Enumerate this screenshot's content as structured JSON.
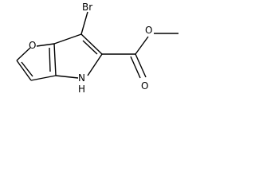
{
  "molecule": {
    "atoms": {
      "bromine": "Br",
      "furan_oxygen": "O",
      "pyrrole_nh": "N",
      "pyrrole_nh_hydrogen": "H",
      "carbonyl_oxygen": "O",
      "ester_oxygen": "O"
    }
  },
  "colors": {
    "bond": "#000000",
    "label": "#000000",
    "background": "#ffffff"
  }
}
